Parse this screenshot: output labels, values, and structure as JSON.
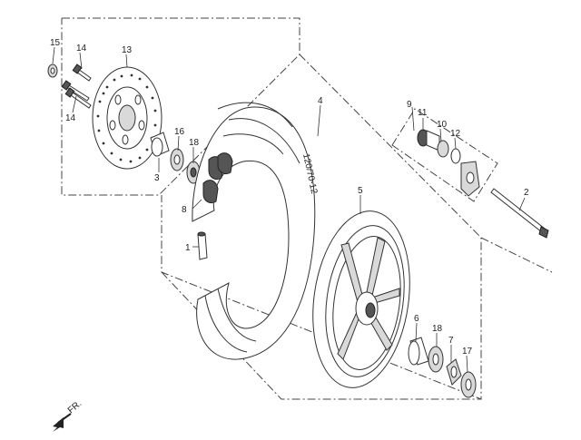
{
  "diagram": {
    "labels": [
      {
        "id": "c1",
        "text": "1"
      },
      {
        "id": "c2",
        "text": "2"
      },
      {
        "id": "c3",
        "text": "3"
      },
      {
        "id": "c4",
        "text": "4"
      },
      {
        "id": "c5",
        "text": "5"
      },
      {
        "id": "c6",
        "text": "6"
      },
      {
        "id": "c7",
        "text": "7"
      },
      {
        "id": "c8",
        "text": "8"
      },
      {
        "id": "c9",
        "text": "9"
      },
      {
        "id": "c10",
        "text": "10"
      },
      {
        "id": "c11",
        "text": "11"
      },
      {
        "id": "c12",
        "text": "12"
      },
      {
        "id": "c13",
        "text": "13"
      },
      {
        "id": "c14a",
        "text": "14"
      },
      {
        "id": "c14b",
        "text": "14"
      },
      {
        "id": "c15",
        "text": "15"
      },
      {
        "id": "c16",
        "text": "16"
      },
      {
        "id": "c17",
        "text": "17"
      },
      {
        "id": "c18a",
        "text": "18"
      },
      {
        "id": "c18b",
        "text": "18"
      }
    ],
    "tire_marking": "120/70-12",
    "front_indicator": "FR."
  }
}
